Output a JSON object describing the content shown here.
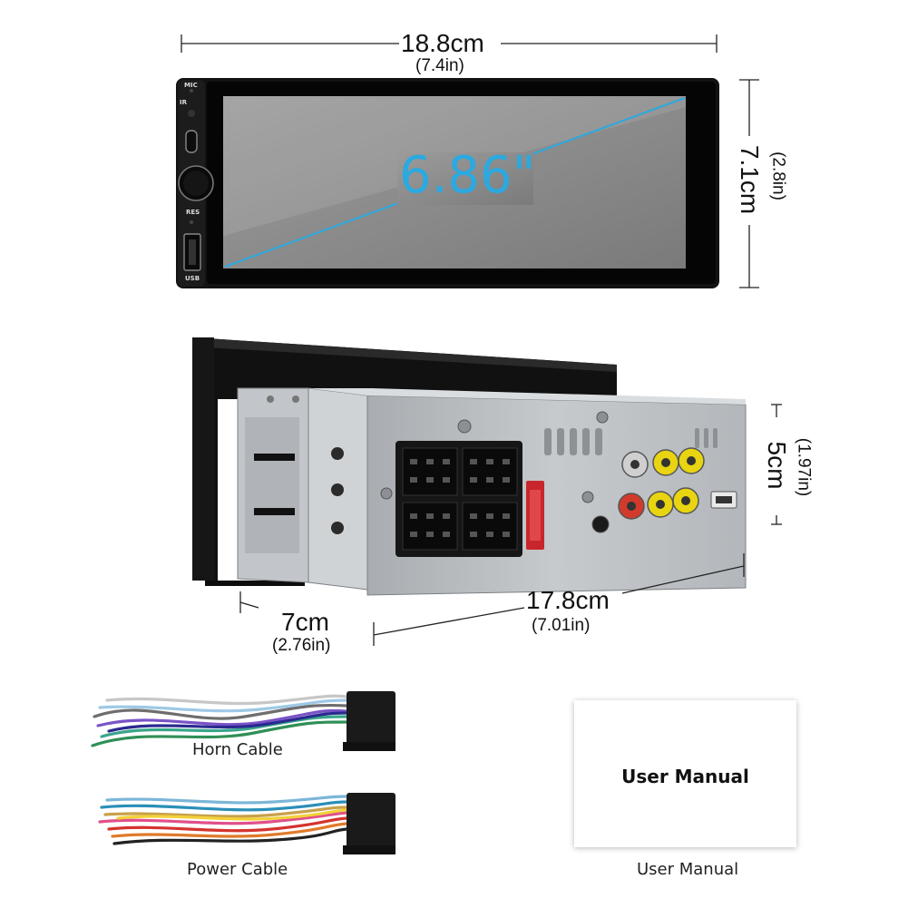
{
  "front": {
    "width_cm": "18.8cm",
    "width_in": "(7.4in)",
    "height_cm": "7.1cm",
    "height_in": "(2.8in)",
    "screen_diagonal": "6.86\"",
    "labels": {
      "mic": "MIC",
      "ir": "IR",
      "res": "RES",
      "usb": "USB"
    }
  },
  "side": {
    "height_cm": "5cm",
    "height_in": "(1.97in)",
    "depth_cm": "7cm",
    "depth_in": "(2.76in)",
    "length_cm": "17.8cm",
    "length_in": "(7.01in)"
  },
  "accessories": {
    "horn_cable": "Horn Cable",
    "power_cable": "Power Cable",
    "user_manual_cover": "User Manual",
    "user_manual_caption": "User Manual"
  },
  "colors": {
    "diagonal": "#2ba9e0",
    "bezel": "#111111",
    "screen": "#8c8c8c",
    "chassis": "#bfc3c6"
  }
}
